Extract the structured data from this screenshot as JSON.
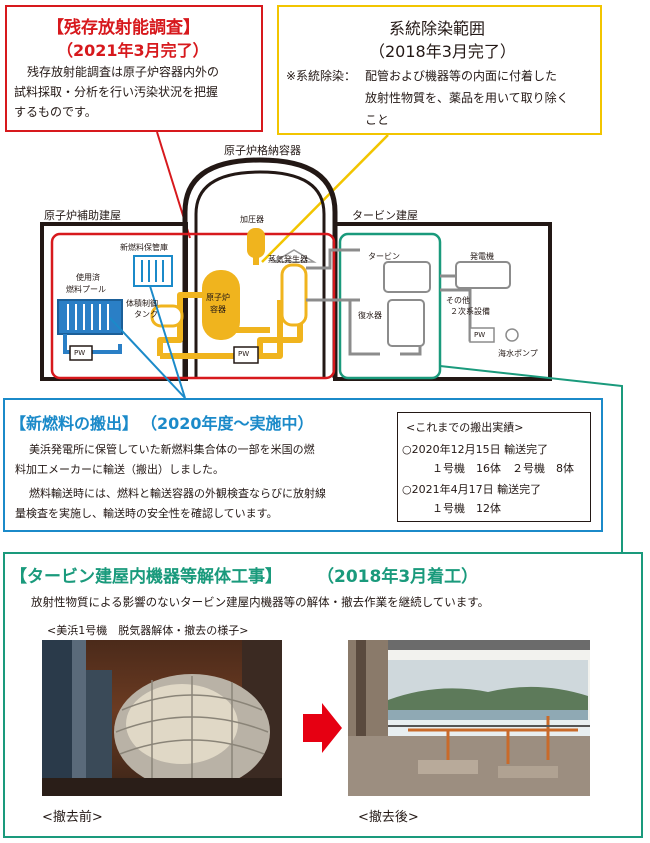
{
  "residual": {
    "title": "【残存放射能調査】",
    "date": "（2021年3月完了）",
    "lines": [
      "残存放射能調査は原子炉容器内外の",
      "試料採取・分析を行い汚染状況を把握",
      "するものです。"
    ]
  },
  "decon": {
    "title": "系統除染範囲",
    "date": "（2018年3月完了）",
    "note_label": "※系統除染：",
    "lines": [
      "配管および機器等の内面に付着した",
      "放射性物質を、薬品を用いて取り除く",
      "こと"
    ]
  },
  "diagram": {
    "containment": "原子炉格納容器",
    "aux_building": "原子炉補助建屋",
    "turbine_building": "タービン建屋",
    "new_fuel_storage": "新燃料保管庫",
    "spent_fuel_pool": [
      "使用済",
      "燃料プール"
    ],
    "volume_control_tank": [
      "体積制御",
      "タンク"
    ],
    "pressurizer": "加圧器",
    "steam_generator": "蒸気発生器",
    "reactor_vessel": [
      "原子炉",
      "容器"
    ],
    "turbine": "タービン",
    "generator": "発電機",
    "condenser": "復水器",
    "secondary": [
      "その他",
      "２次系設備"
    ],
    "seawater_pump": "海水ポンプ",
    "pump_mark": "PW"
  },
  "newfuel": {
    "title": "【新燃料の搬出】",
    "date": "（2020年度～実施中）",
    "lines": [
      "美浜発電所に保管していた新燃料集合体の一部を米国の燃",
      "料加工メーカーに輸送（搬出）しました。",
      "燃料輸送時には、燃料と輸送容器の外観検査ならびに放射線",
      "量検査を実施し、輸送時の安全性を確認しています。"
    ],
    "record_title": "<これまでの搬出実績>",
    "record1_date": "○2020年12月15日 輸送完了",
    "record1_detail": "１号機　16体　２号機　8体",
    "record2_date": "○2021年4月17日 輸送完了",
    "record2_detail": "１号機　12体"
  },
  "turbine_work": {
    "title": "【タービン建屋内機器等解体工事】",
    "date": "（2018年3月着工）",
    "desc": "放射性物質による影響のないタービン建屋内機器等の解体・撤去作業を継続しています。",
    "photo_caption": "<美浜1号機　脱気器解体・撤去の様子>",
    "before": "<撤去前>",
    "after": "<撤去後>"
  },
  "colors": {
    "red": "#d7191d",
    "yellow": "#f2c500",
    "blue": "#1b8ac9",
    "green": "#1a9a7c",
    "pipe_yellow": "#f0b41e",
    "pool_blue": "#2a7fc6"
  }
}
